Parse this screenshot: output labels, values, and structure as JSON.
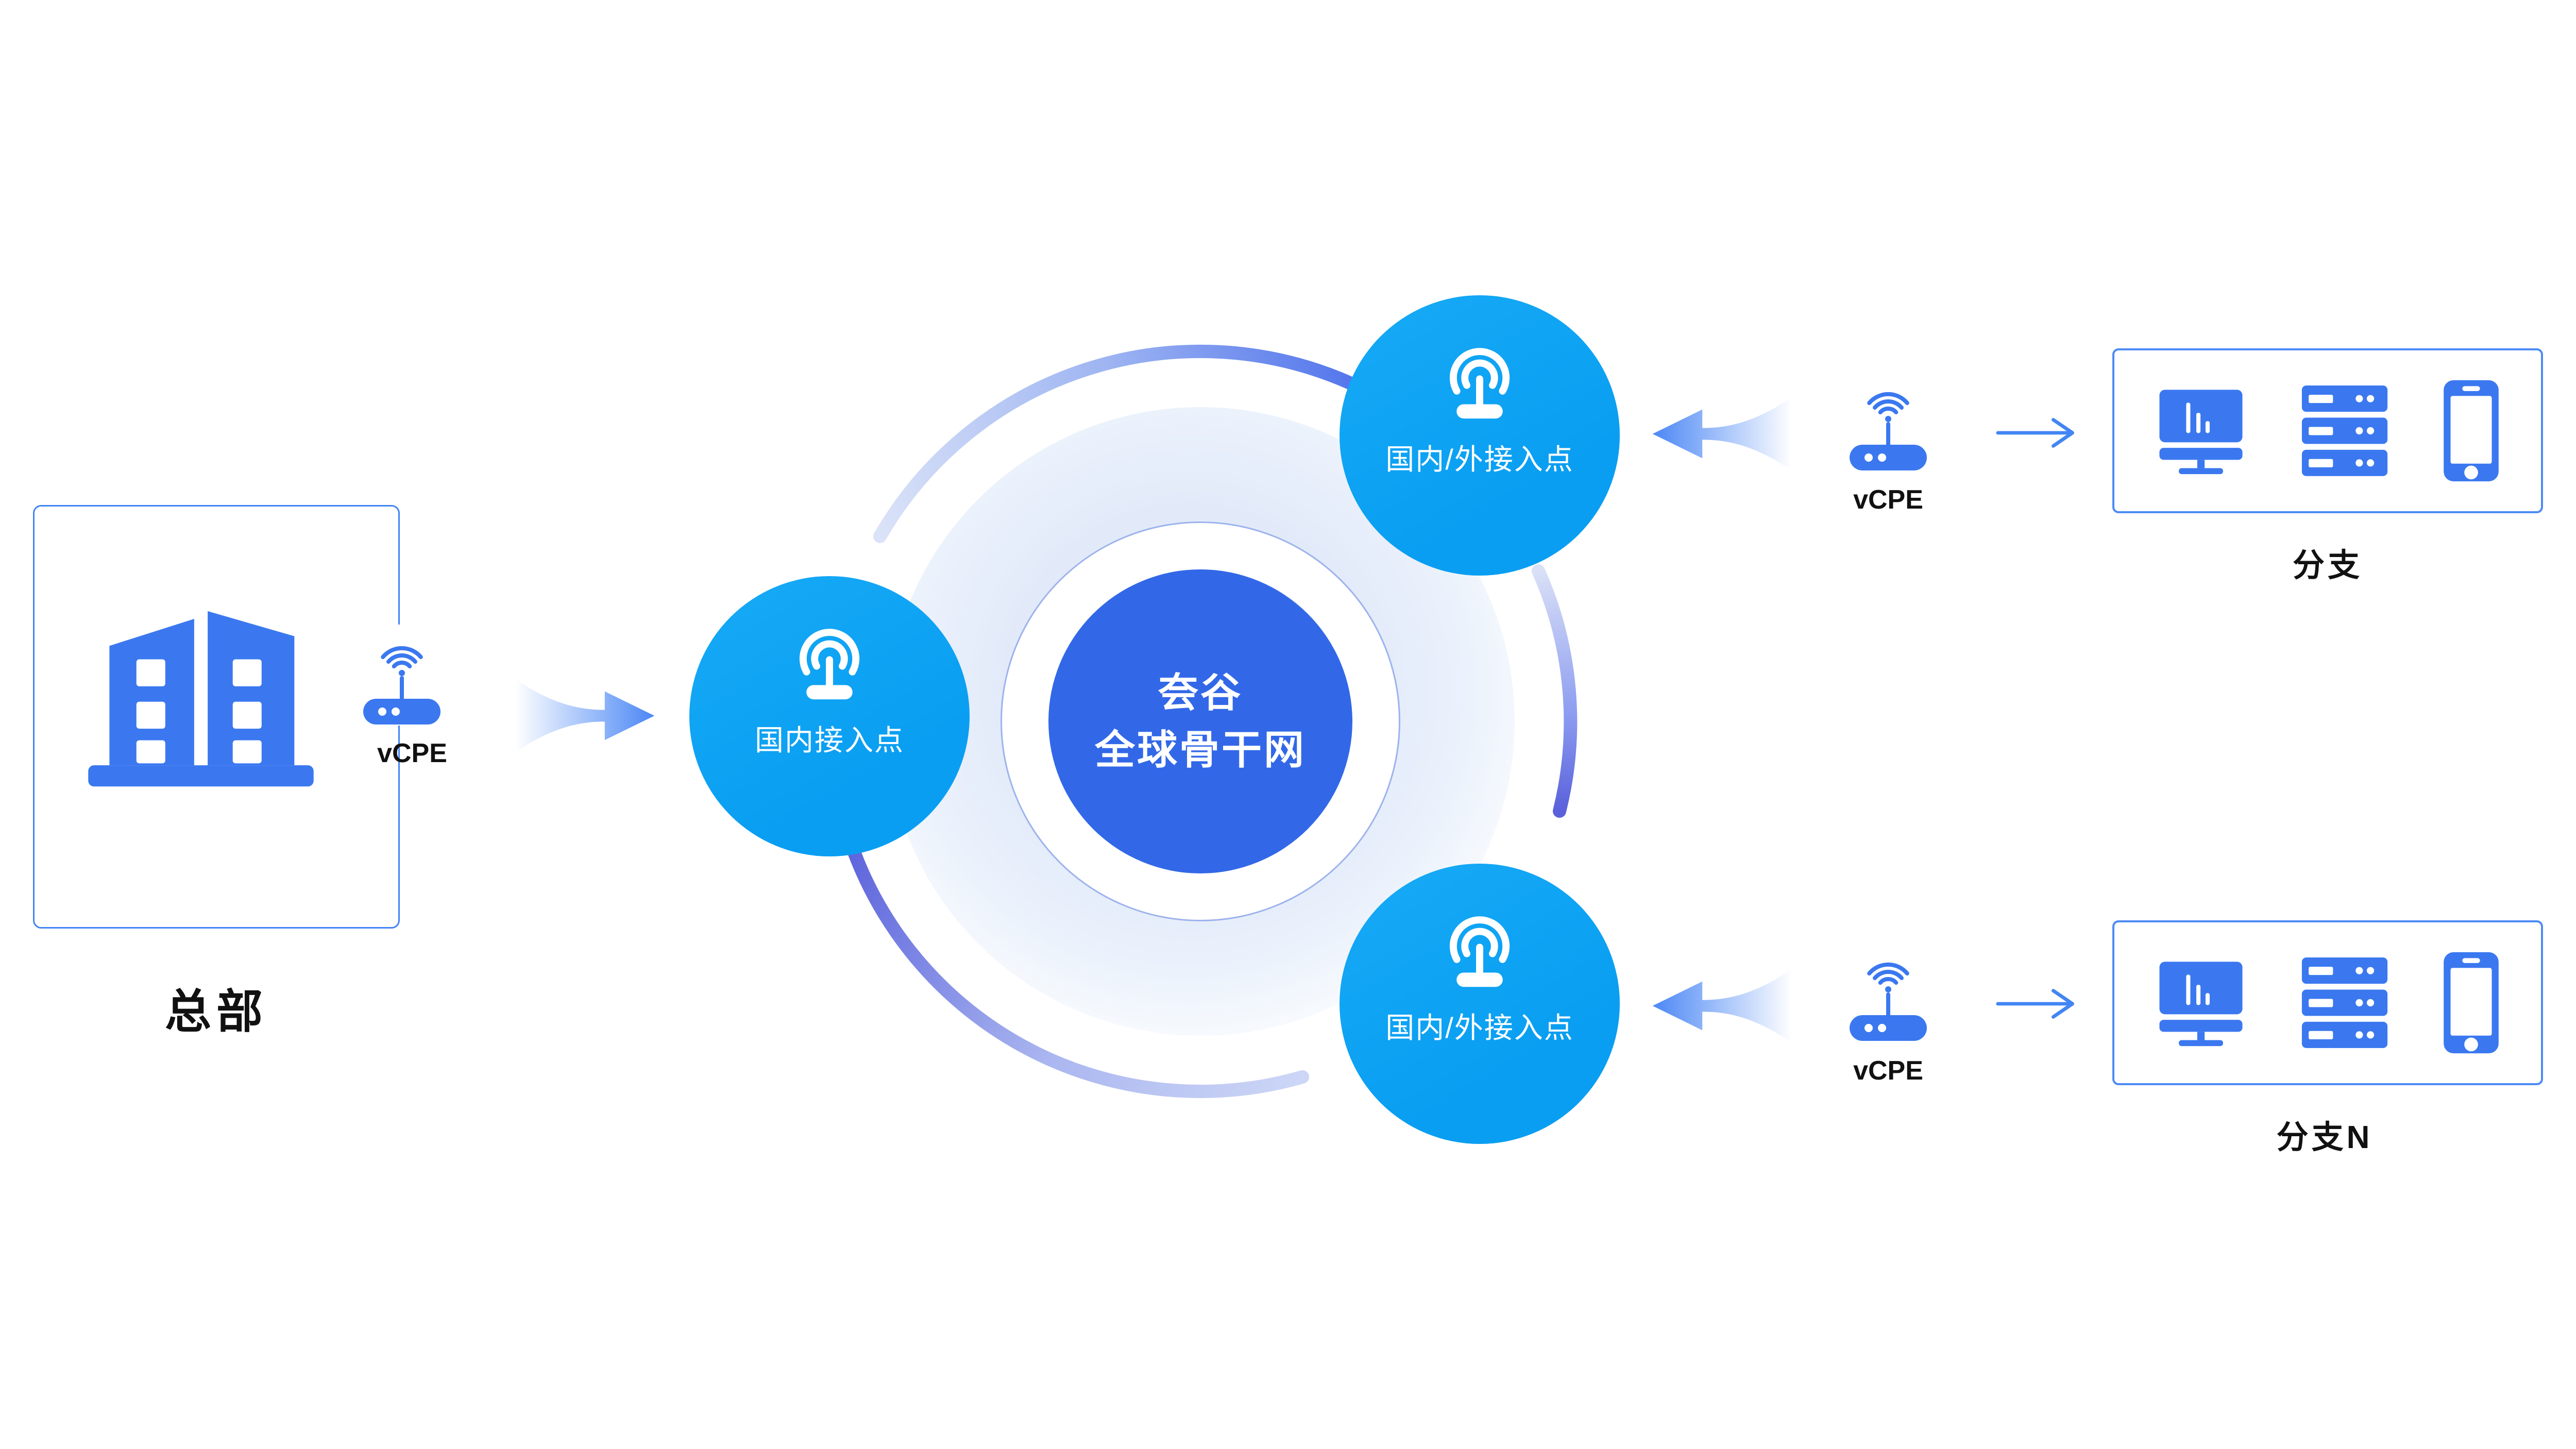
{
  "core": {
    "brand": "夽谷",
    "name": "全球骨干网"
  },
  "headquarters": {
    "label": "总部",
    "vcpe": "vCPE"
  },
  "access_points": {
    "left": {
      "label": "国内接入点"
    },
    "top_right": {
      "label": "国内/外接入点"
    },
    "bottom_right": {
      "label": "国内/外接入点"
    }
  },
  "branch_top": {
    "label": "分支",
    "vcpe": "vCPE"
  },
  "branch_bottom": {
    "label": "分支N",
    "vcpe": "vCPE"
  },
  "icons": {
    "building-icon": "two office towers with windows",
    "wifi-router-icon": "router with antenna and wifi waves",
    "broadcast-tower-icon": "access point beacon with concentric arcs",
    "monitor-icon": "desktop monitor with chart bars",
    "server-icon": "three-unit server rack",
    "smartphone-icon": "mobile phone",
    "swoosh-arrow-icon": "thick gradient arrow",
    "thin-arrow-icon": "thin blue arrow"
  },
  "colors": {
    "core_blue": "#3268e8",
    "pop_azure": "#0ba1f3",
    "icon_blue": "#3b78f0",
    "border_blue": "#4285f4",
    "arc_indigo": "#5a61db",
    "arc_light": "#ccd6f6",
    "glow": "#e2eafa",
    "text_black": "#111111",
    "text_white": "#ffffff"
  }
}
